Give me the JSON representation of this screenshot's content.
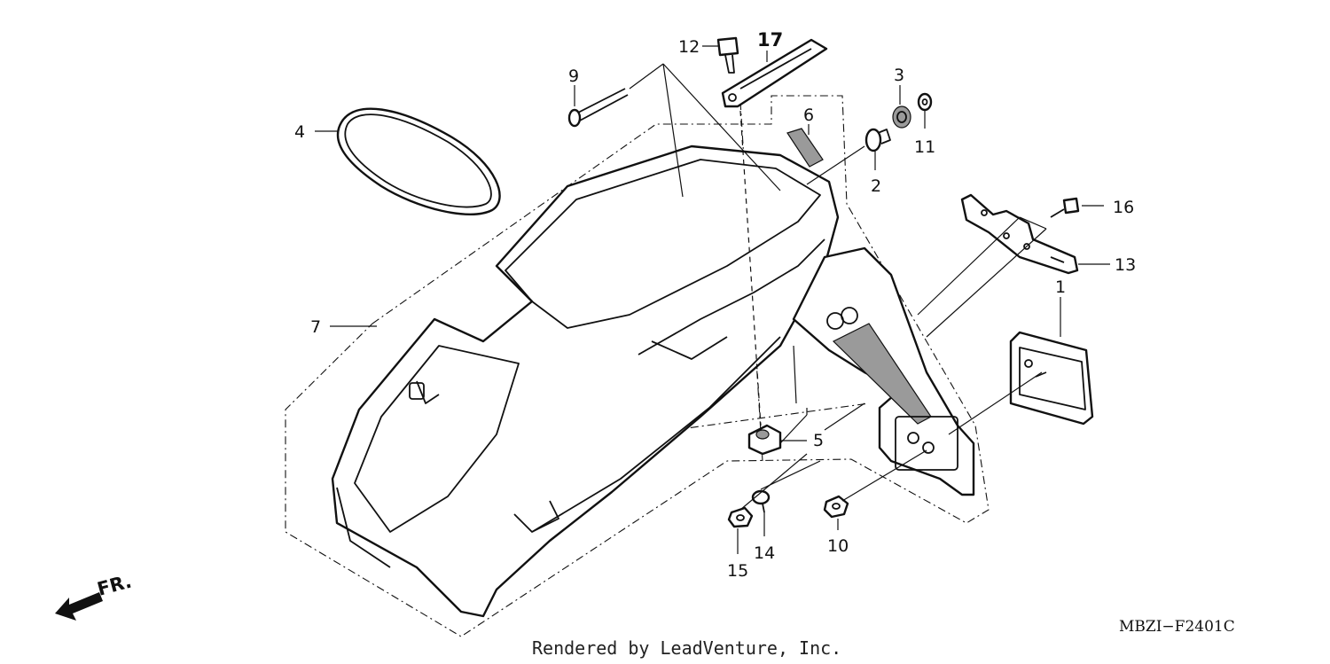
{
  "callouts": {
    "c1": "1",
    "c2": "2",
    "c3": "3",
    "c4": "4",
    "c5": "5",
    "c6": "6",
    "c7": "7",
    "c9": "9",
    "c10": "10",
    "c11": "11",
    "c12": "12",
    "c13": "13",
    "c14": "14",
    "c15": "15",
    "c16": "16",
    "c17": "17"
  },
  "direction_label": "FR.",
  "diagram_code": "MBZI−F2401C",
  "footer_text": "Rendered by LeadVenture, Inc."
}
